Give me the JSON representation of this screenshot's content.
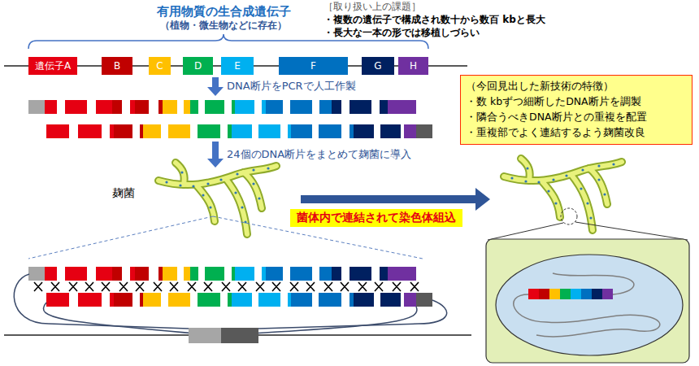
{
  "diagram": {
    "nodes": [
      {
        "text": [
          "遺伝子A"
        ]
      },
      {
        "text": [
          "B"
        ]
      },
      {
        "text": [
          "C"
        ]
      },
      {
        "text": [
          "D"
        ]
      },
      {
        "text": [
          "E"
        ]
      },
      {
        "text": [
          "F"
        ]
      },
      {
        "text": [
          "G"
        ]
      },
      {
        "text": [
          "H"
        ]
      },
      {
        "text": [
          "（今回見出した新技術の特徴）",
          "・数 kbずつ細断したDNA断片を調製",
          "・隣合うべきDNA断片との重複を配置",
          "・重複部でよく連結するよう麹菌改良"
        ]
      },
      {
        "text": [
          "菌体内で連結されて染色体組込"
        ]
      }
    ],
    "labels": [
      "有用物質の生合成遺伝子",
      "（植物・微生物などに存在）",
      "［取り扱い上の課題］",
      "・複数の遺伝子で構成され数十から数百 kbと長大",
      "・長大な一本の形では移植しづらい",
      "DNA断片をPCRで人工作製",
      "24個のDNA断片をまとめて麹菌に導入",
      "麹菌"
    ]
  }
}
